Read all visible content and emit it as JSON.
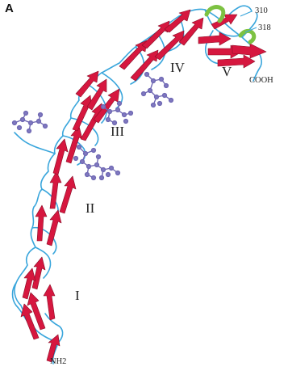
{
  "figure": {
    "panel_letter": "A",
    "domains": [
      "I",
      "II",
      "III",
      "IV",
      "V"
    ],
    "residues": {
      "first": "310",
      "second": "318"
    },
    "termini": {
      "n_terminus": "NH2",
      "c_terminus": "COOH"
    }
  },
  "colors": {
    "background": "#ffffff",
    "beta_strand": "#d6173f",
    "coil": "#3aa6dc",
    "glycan": "#8079c0",
    "helix": "#7dc242",
    "text": "#222222"
  }
}
